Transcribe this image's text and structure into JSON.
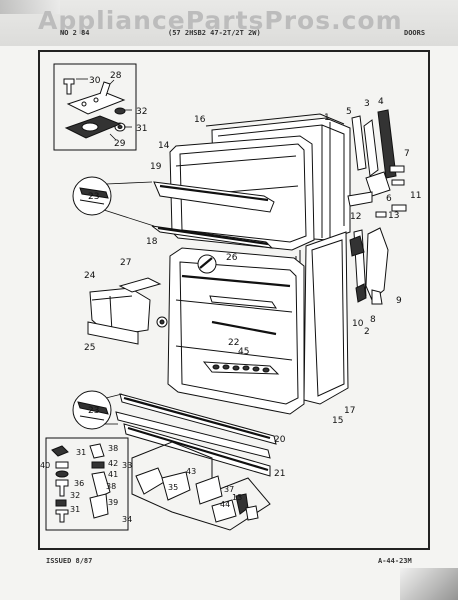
{
  "header": {
    "watermark": "AppliancePartsPros.com",
    "model_ref": "NO 2 84",
    "model_line": "(57 2HSB2 47-2T/2T 2W)",
    "section": "DOORS"
  },
  "footer": {
    "issued": "ISSUED 8/87",
    "page_ref": "A-44-23M"
  },
  "callouts": [
    "1",
    "2",
    "3",
    "4",
    "5",
    "6",
    "7",
    "8",
    "9",
    "10",
    "11",
    "12",
    "13",
    "14",
    "15",
    "16",
    "17",
    "18",
    "19",
    "20",
    "21",
    "22",
    "23",
    "24",
    "25",
    "26",
    "27",
    "28",
    "29",
    "30",
    "31",
    "32",
    "33",
    "34",
    "35",
    "36",
    "37",
    "38",
    "39",
    "40",
    "41",
    "42",
    "43",
    "44",
    "45"
  ]
}
